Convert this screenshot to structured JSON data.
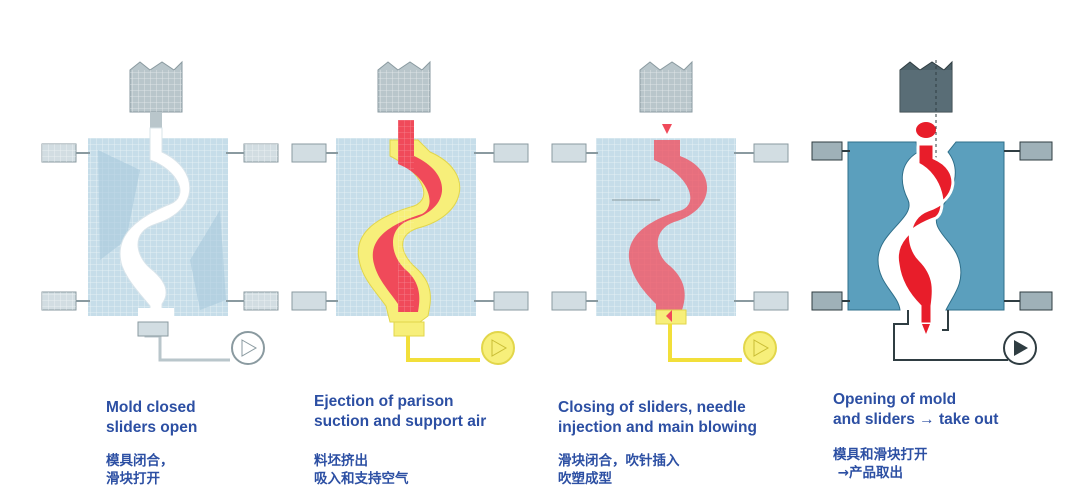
{
  "stages": [
    {
      "caption_en": [
        "Mold closed",
        "sliders open"
      ],
      "caption_cn": [
        "模具闭合，",
        "滑块打开"
      ]
    },
    {
      "caption_en": [
        "Ejection of parison",
        "suction and support air"
      ],
      "caption_cn": [
        "料坯挤出",
        "吸入和支持空气"
      ]
    },
    {
      "caption_en": [
        "Closing of sliders, needle",
        "injection and main blowing"
      ],
      "caption_cn": [
        "滑块闭合，吹针插入",
        "吹塑成型"
      ]
    },
    {
      "caption_en": [
        "Opening of mold",
        "and sliders → take out"
      ],
      "caption_cn": [
        "模具和滑块打开",
        " →产品取出"
      ]
    }
  ],
  "colors": {
    "caption": "#2c4fa3",
    "mold_light": "#c6dde9",
    "mold_dark": "#5b9fbd",
    "parison": "#f04a5a",
    "support_air": "#f7ef7a",
    "head": "#b9c6cb"
  }
}
